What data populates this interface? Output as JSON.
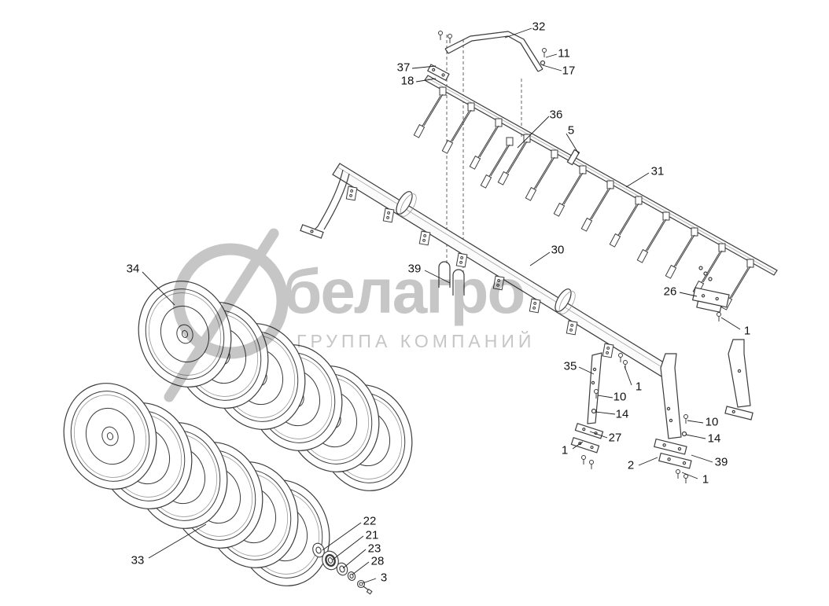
{
  "watermark": {
    "brand": "белагро",
    "subtitle": "ГРУППА КОМПАНИЙ",
    "color": "#c6c6c6"
  },
  "callouts": [
    {
      "part": "32",
      "text": "32"
    },
    {
      "part": "11",
      "text": "11"
    },
    {
      "part": "17",
      "text": "17"
    },
    {
      "part": "37",
      "text": "37"
    },
    {
      "part": "18",
      "text": "18"
    },
    {
      "part": "36",
      "text": "36"
    },
    {
      "part": "5",
      "text": "5"
    },
    {
      "part": "31",
      "text": "31"
    },
    {
      "part": "30",
      "text": "30"
    },
    {
      "part": "39",
      "text": "39"
    },
    {
      "part": "26",
      "text": "26"
    },
    {
      "part": "1",
      "text": "1"
    },
    {
      "part": "34",
      "text": "34"
    },
    {
      "part": "35",
      "text": "35"
    },
    {
      "part": "1",
      "text": "1"
    },
    {
      "part": "10",
      "text": "10"
    },
    {
      "part": "14",
      "text": "14"
    },
    {
      "part": "27",
      "text": "27"
    },
    {
      "part": "1",
      "text": "1"
    },
    {
      "part": "2",
      "text": "2"
    },
    {
      "part": "10",
      "text": "10"
    },
    {
      "part": "14",
      "text": "14"
    },
    {
      "part": "39",
      "text": "39"
    },
    {
      "part": "1",
      "text": "1"
    },
    {
      "part": "33",
      "text": "33"
    },
    {
      "part": "22",
      "text": "22"
    },
    {
      "part": "21",
      "text": "21"
    },
    {
      "part": "23",
      "text": "23"
    },
    {
      "part": "28",
      "text": "28"
    },
    {
      "part": "3",
      "text": "3"
    }
  ]
}
